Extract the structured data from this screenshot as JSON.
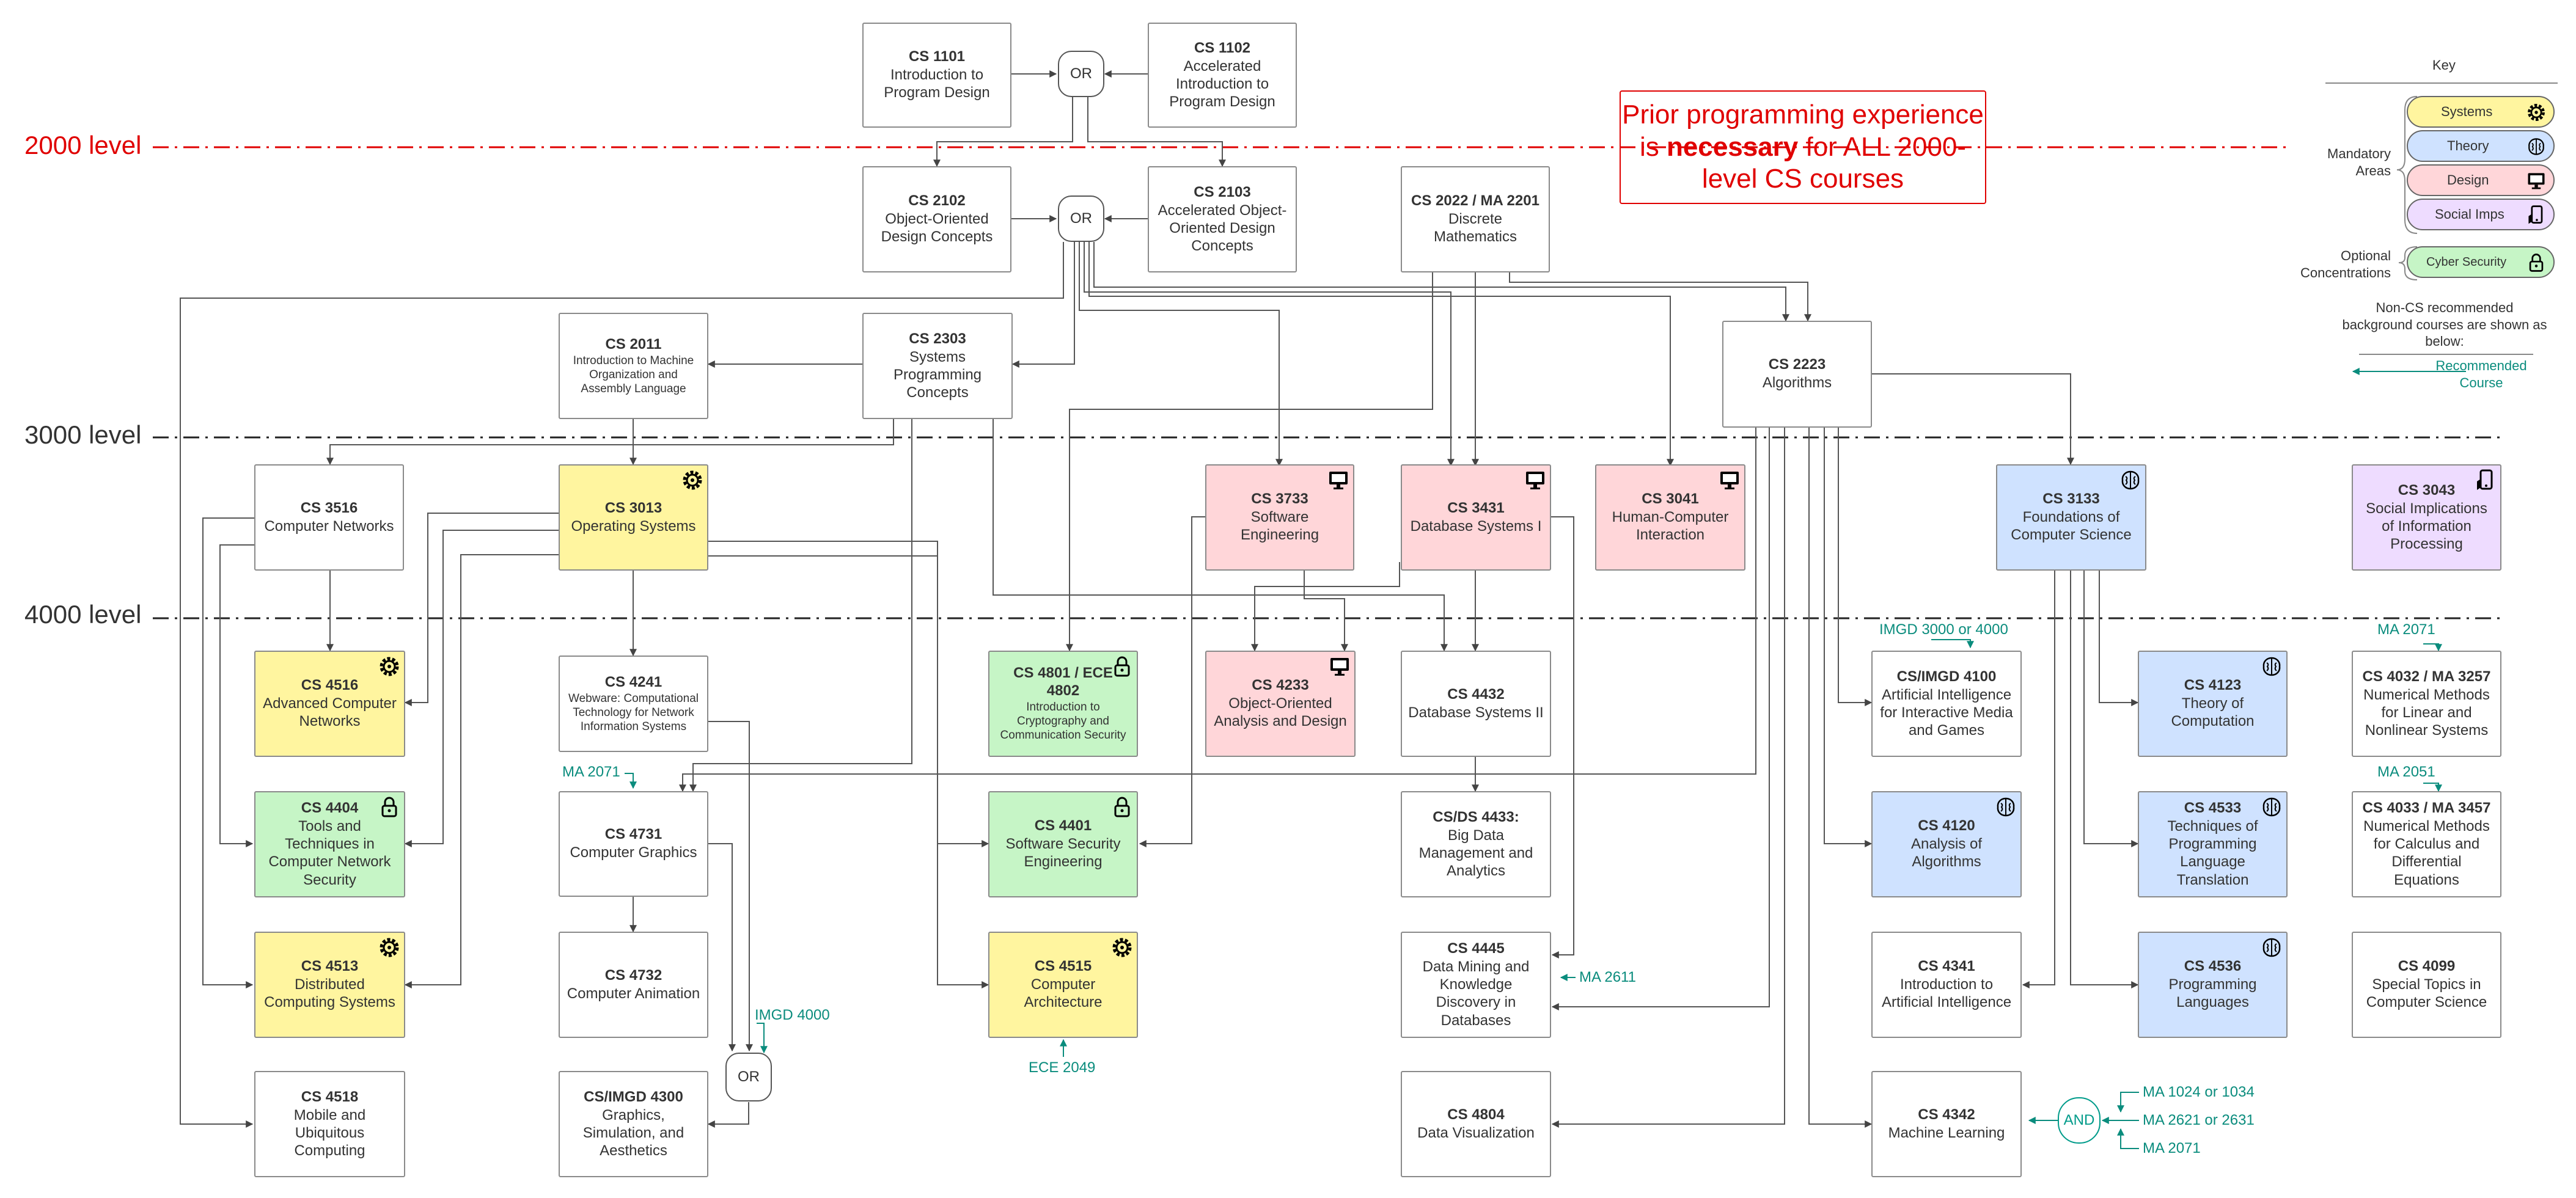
{
  "levels": {
    "l2000": "2000 level",
    "l3000": "3000 level",
    "l4000": "4000 level"
  },
  "warning": {
    "part1": "Prior programming experience is ",
    "bold": "necessary",
    "part2": " for ALL 2000-level CS courses"
  },
  "gates": {
    "or": "OR",
    "and": "AND"
  },
  "courses": {
    "cs1101": {
      "code": "CS 1101",
      "title": "Introduction to Program Design"
    },
    "cs1102": {
      "code": "CS 1102",
      "title": "Accelerated Introduction to Program Design"
    },
    "cs2102": {
      "code": "CS 2102",
      "title": "Object-Oriented Design Concepts"
    },
    "cs2103": {
      "code": "CS 2103",
      "title": "Accelerated Object-Oriented Design Concepts"
    },
    "cs2022": {
      "code": "CS 2022 / MA 2201",
      "title": "Discrete Mathematics"
    },
    "cs2011": {
      "code": "CS 2011",
      "title": "Introduction to Machine Organization and Assembly Language"
    },
    "cs2303": {
      "code": "CS 2303",
      "title": "Systems Programming Concepts"
    },
    "cs2223": {
      "code": "CS 2223",
      "title": "Algorithms"
    },
    "cs3516": {
      "code": "CS 3516",
      "title": "Computer Networks"
    },
    "cs3013": {
      "code": "CS 3013",
      "title": "Operating Systems"
    },
    "cs3733": {
      "code": "CS 3733",
      "title": "Software Engineering"
    },
    "cs3431": {
      "code": "CS 3431",
      "title": "Database Systems I"
    },
    "cs3041": {
      "code": "CS 3041",
      "title": "Human-Computer Interaction"
    },
    "cs3133": {
      "code": "CS 3133",
      "title": "Foundations of Computer Science"
    },
    "cs3043": {
      "code": "CS 3043",
      "title": "Social Implications of Information Processing"
    },
    "cs4516": {
      "code": "CS 4516",
      "title": "Advanced Computer Networks"
    },
    "cs4241": {
      "code": "CS 4241",
      "title": "Webware: Computational Technology for Network Information Systems"
    },
    "cs4801": {
      "code": "CS 4801 / ECE 4802",
      "title": "Introduction to Cryptography and Communication Security"
    },
    "cs4233": {
      "code": "CS 4233",
      "title": "Object-Oriented Analysis and Design"
    },
    "cs4432": {
      "code": "CS 4432",
      "title": "Database Systems II"
    },
    "cs4100": {
      "code": "CS/IMGD 4100",
      "title": "Artificial Intelligence for Interactive Media and Games"
    },
    "cs4123": {
      "code": "CS 4123",
      "title": "Theory of Computation"
    },
    "cs4032": {
      "code": "CS 4032 / MA 3257",
      "title": "Numerical Methods for Linear and Nonlinear Systems"
    },
    "cs4404": {
      "code": "CS 4404",
      "title": "Tools and Techniques in Computer Network Security"
    },
    "cs4731": {
      "code": "CS 4731",
      "title": "Computer Graphics"
    },
    "cs4401": {
      "code": "CS 4401",
      "title": "Software Security Engineering"
    },
    "cs4433": {
      "code": "CS/DS 4433:",
      "title": "Big Data Management and Analytics"
    },
    "cs4120": {
      "code": "CS 4120",
      "title": "Analysis of Algorithms"
    },
    "cs4533": {
      "code": "CS 4533",
      "title": "Techniques of Programming Language Translation"
    },
    "cs4033": {
      "code": "CS 4033 / MA 3457",
      "title": "Numerical Methods for Calculus and Differential Equations"
    },
    "cs4513": {
      "code": "CS 4513",
      "title": "Distributed Computing Systems"
    },
    "cs4732": {
      "code": "CS 4732",
      "title": "Computer Animation"
    },
    "cs4515": {
      "code": "CS 4515",
      "title": "Computer Architecture"
    },
    "cs4445": {
      "code": "CS 4445",
      "title": "Data Mining and Knowledge Discovery in Databases"
    },
    "cs4341": {
      "code": "CS 4341",
      "title": "Introduction to Artificial Intelligence"
    },
    "cs4536": {
      "code": "CS 4536",
      "title": "Programming Languages"
    },
    "cs4099": {
      "code": "CS 4099",
      "title": "Special Topics in Computer Science"
    },
    "cs4518": {
      "code": "CS 4518",
      "title": "Mobile and Ubiquitous Computing"
    },
    "cs4300": {
      "code": "CS/IMGD 4300",
      "title": "Graphics, Simulation, and Aesthetics"
    },
    "cs4804": {
      "code": "CS 4804",
      "title": "Data Visualization"
    },
    "cs4342": {
      "code": "CS 4342",
      "title": "Machine Learning"
    }
  },
  "recommended": {
    "imgd3000": "IMGD 3000 or 4000",
    "ma2071a": "MA 2071",
    "ma2071b": "MA 2071",
    "ma2051": "MA 2051",
    "imgd4000": "IMGD 4000",
    "ece2049": "ECE 2049",
    "ma2611": "MA 2611",
    "ma1024": "MA 1024 or 1034",
    "ma2621": "MA 2621 or 2631",
    "ma2071c": "MA 2071"
  },
  "key": {
    "title": "Key",
    "mandatory_label": "Mandatory Areas",
    "optional_label": "Optional Concentrations",
    "systems": "Systems",
    "theory": "Theory",
    "design": "Design",
    "social": "Social Imps",
    "cyber": "Cyber Security",
    "note": "Non-CS recommended background courses are shown as below:",
    "recommended": "Recommended Course"
  },
  "icons": {
    "systems": "gear-icon",
    "theory": "brain-icon",
    "design": "monitor-icon",
    "social": "phone-icon",
    "cyber": "padlock-icon"
  },
  "colors": {
    "systems": "#fff59f",
    "theory": "#cfe2ff",
    "design": "#ffd6d9",
    "social": "#eedcff",
    "cyber": "#c6f5c6",
    "recommended": "#0a8c7d",
    "level_2000": "#e00000",
    "warning": "#e00000"
  }
}
